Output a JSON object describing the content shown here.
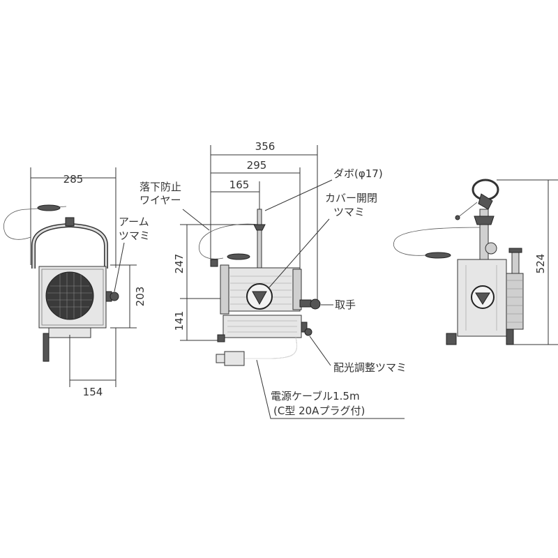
{
  "dimensions": {
    "front_width": "285",
    "front_height": "203",
    "front_base": "154",
    "side_total": "356",
    "side_mid": "295",
    "side_small": "165",
    "side_upper_height": "247",
    "side_lower_height": "141",
    "rear_height": "524"
  },
  "labels": {
    "safety_wire_line1": "落下防止",
    "safety_wire_line2": "ワイヤー",
    "arm_knob_line1": "アーム",
    "arm_knob_line2": "ツマミ",
    "dowel": "ダボ(φ17)",
    "cover_knob_line1": "カバー開閉",
    "cover_knob_line2": "ツマミ",
    "handle": "取手",
    "light_knob": "配光調整ツマミ",
    "cable_line1": "電源ケーブル1.5m",
    "cable_line2": "(C型 20Aプラグ付)"
  }
}
